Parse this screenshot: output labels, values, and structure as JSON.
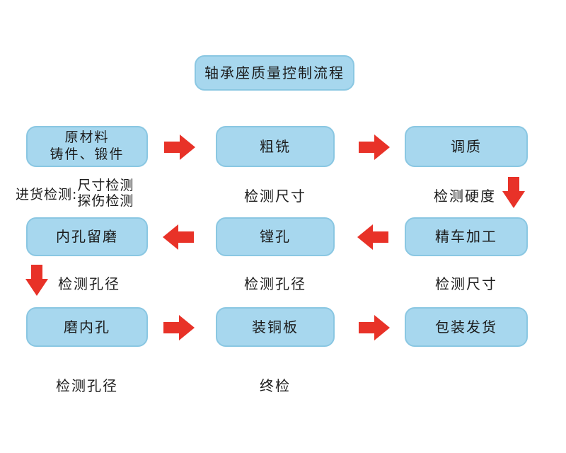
{
  "page_title": "轴承座质量控制流程",
  "boxes": [
    {
      "id": "raw-material",
      "line1": "原材料",
      "line2": "铸件、锻件"
    },
    {
      "id": "rough-milling",
      "label": "粗铣"
    },
    {
      "id": "tempering",
      "label": "调质"
    },
    {
      "id": "bore-grinding-allowance",
      "label": "内孔留磨"
    },
    {
      "id": "boring",
      "label": "镗孔"
    },
    {
      "id": "fine-turning",
      "label": "精车加工"
    },
    {
      "id": "grind-inner-hole",
      "label": "磨内孔"
    },
    {
      "id": "install-copper-plate",
      "label": "装铜板"
    },
    {
      "id": "packing-shipping",
      "label": "包装发货"
    }
  ],
  "inspections": {
    "incoming_label": "进货检测:",
    "incoming_items": [
      "尺寸检测",
      "探伤检测"
    ],
    "after_rough_milling": "检测尺寸",
    "after_tempering": "检测硬度",
    "after_bore_allowance": "检测孔径",
    "after_boring": "检测孔径",
    "after_fine_turning": "检测尺寸",
    "after_grinding": "检测孔径",
    "final": "终检"
  },
  "colors": {
    "box_fill": "#a7d7ee",
    "box_border": "#8ac7e2",
    "arrow": "#e83228",
    "text": "#1c1c1c"
  }
}
